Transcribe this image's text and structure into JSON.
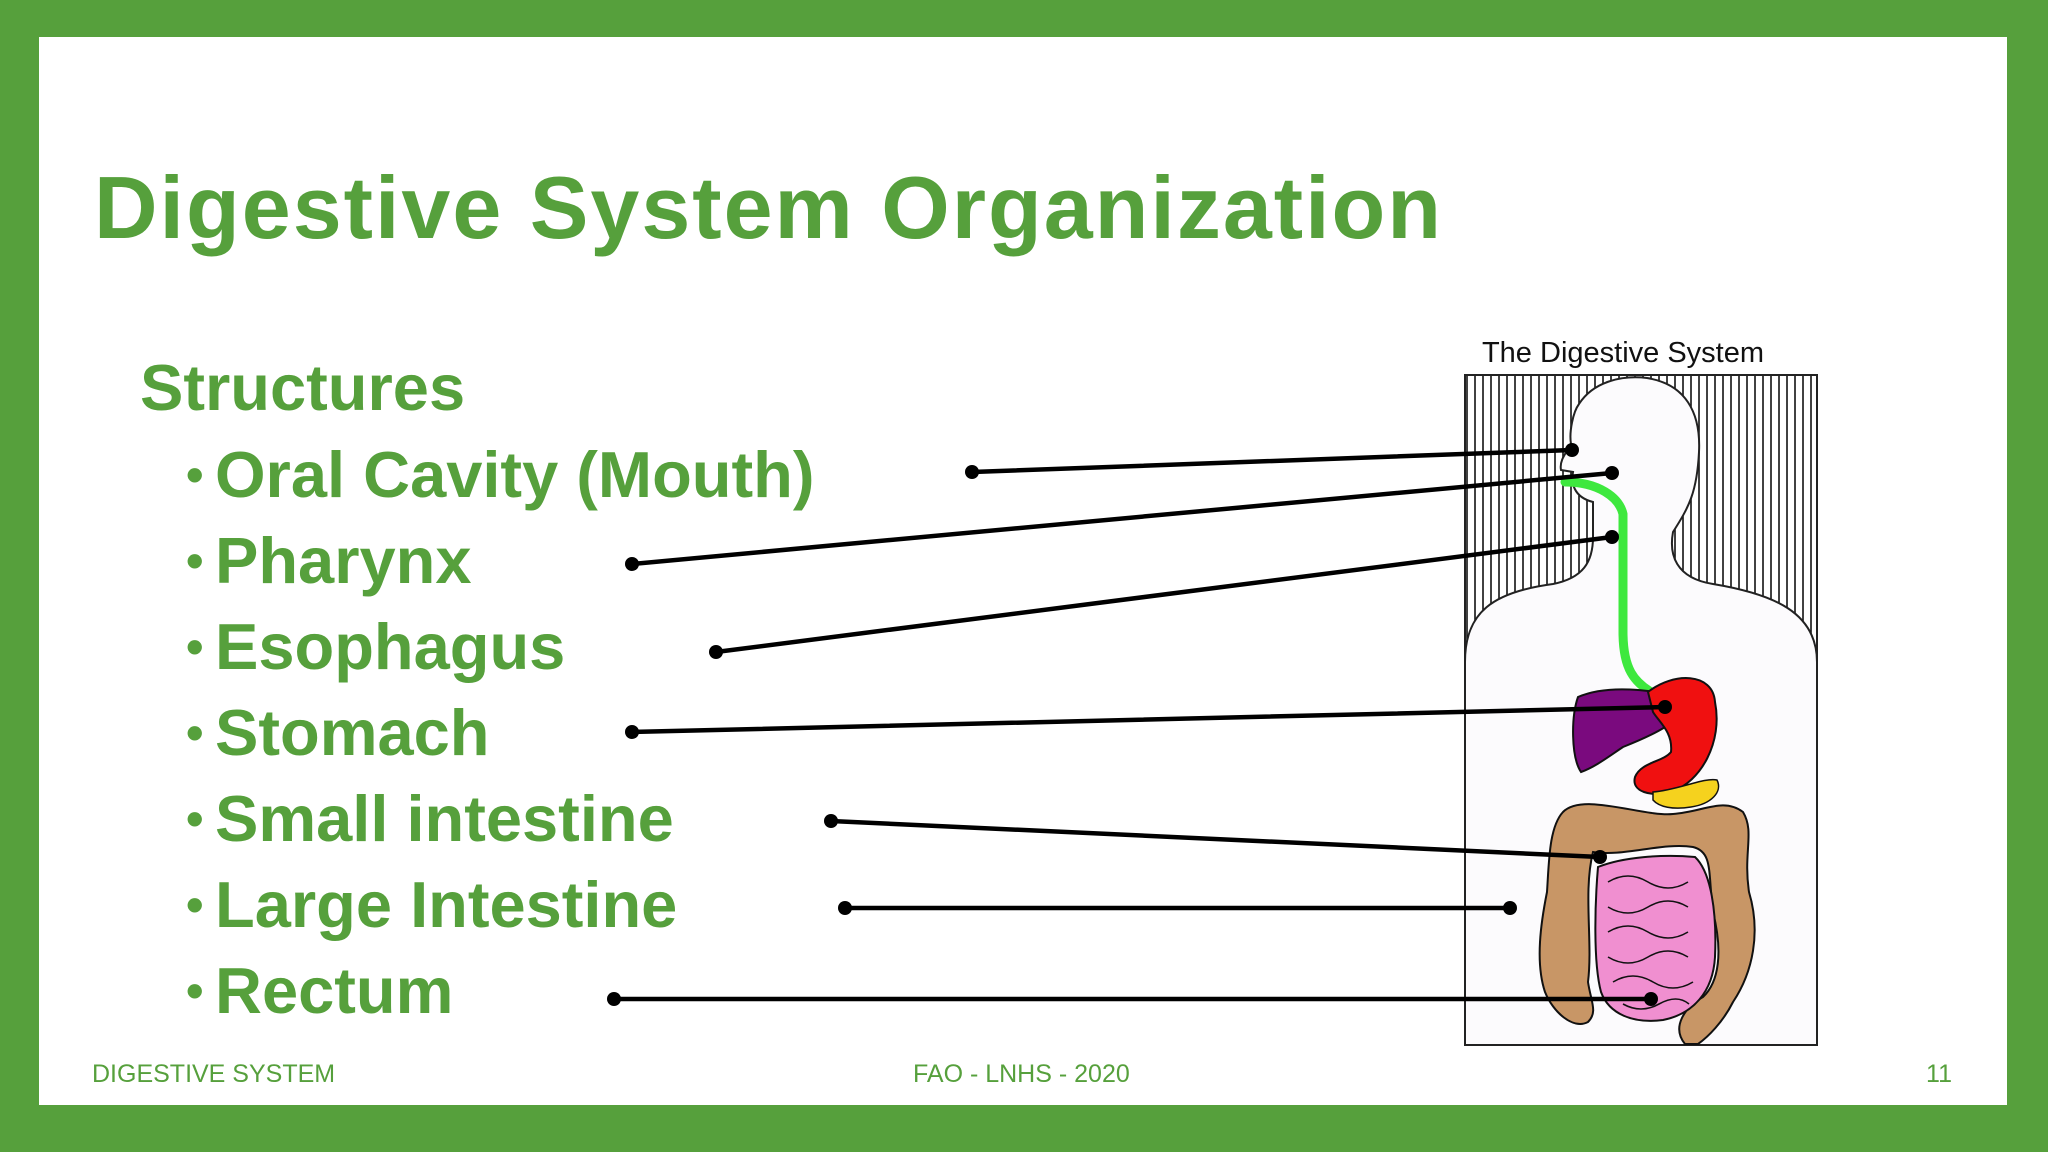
{
  "slide": {
    "title": "Digestive System Organization",
    "section_heading": "Structures",
    "bullet_glyph": "•",
    "structures": [
      "Oral Cavity (Mouth)",
      "Pharynx",
      "Esophagus",
      "Stomach",
      "Small intestine",
      "Large Intestine",
      "Rectum"
    ],
    "illustration_title": "The Digestive System"
  },
  "footer": {
    "left": "DIGESTIVE SYSTEM",
    "center": "FAO - LNHS - 2020",
    "page_number": "11"
  },
  "colors": {
    "frame": "#56a03c",
    "text": "#56a03c",
    "esophagus": "#3ee83e",
    "liver": "#7a0a7e",
    "stomach": "#f01010",
    "small_intestine": "#f08fd0",
    "large_intestine": "#c89666",
    "pancreas": "#f5d21e"
  }
}
